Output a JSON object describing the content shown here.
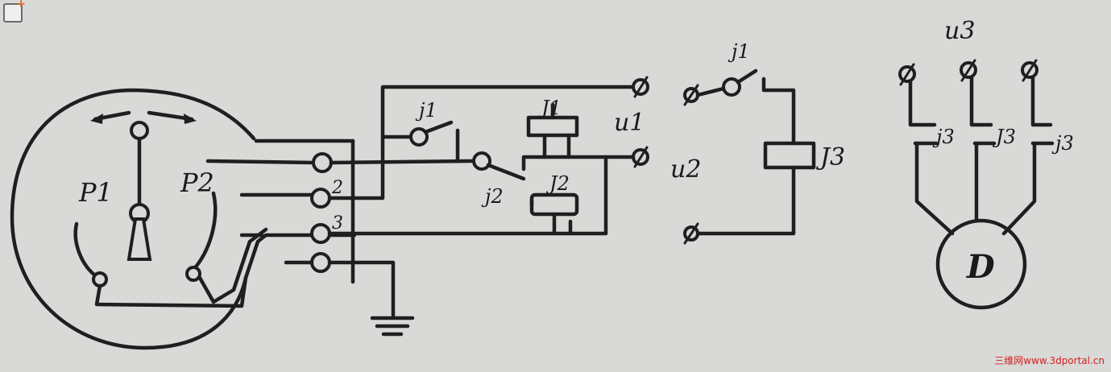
{
  "labels": {
    "p1": "P1",
    "p2": "P2",
    "term2": "2",
    "term3": "3",
    "j1_left": "j1",
    "j2_left": "j2",
    "J1": "J1",
    "J2": "J2",
    "u1": "u1",
    "u2": "u2",
    "j1_right": "j1",
    "J3": "J3",
    "u3": "u3",
    "j3_a": "j3",
    "j3_b": "J3",
    "j3_c": "j3",
    "motor": "D"
  },
  "watermark": "三维网www.3dportal.cn",
  "colors": {
    "ink": "#1f1f1f",
    "paper": "#d9d9d7",
    "watermark": "#d21f1f"
  }
}
